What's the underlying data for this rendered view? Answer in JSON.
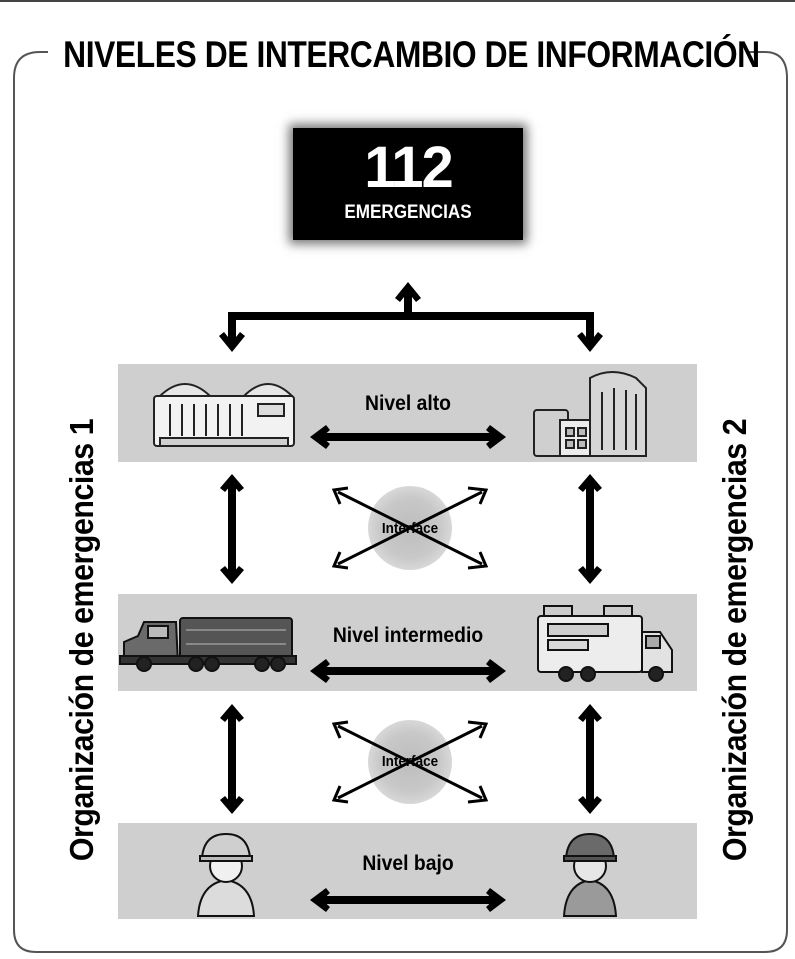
{
  "title": "NIVELES DE INTERCAMBIO DE INFORMACIÓN",
  "center": {
    "number": "112",
    "label": "EMERGENCIAS"
  },
  "levels": {
    "high": "Nivel alto",
    "mid": "Nivel intermedio",
    "low": "Nivel bajo"
  },
  "interface_label": "Interface",
  "organizations": {
    "left": "Organización de emergencias 1",
    "right": "Organización de emergencias 2"
  },
  "colors": {
    "band": "#cfcfcf",
    "box": "#000000",
    "interface_halo": "#c4c4c4"
  },
  "icons": {
    "high_left": "government-building-icon",
    "high_right": "office-tower-icon",
    "mid_left": "semi-truck-icon",
    "mid_right": "emergency-vehicle-icon",
    "low_left": "firefighter-icon",
    "low_right": "firefighter-icon"
  }
}
